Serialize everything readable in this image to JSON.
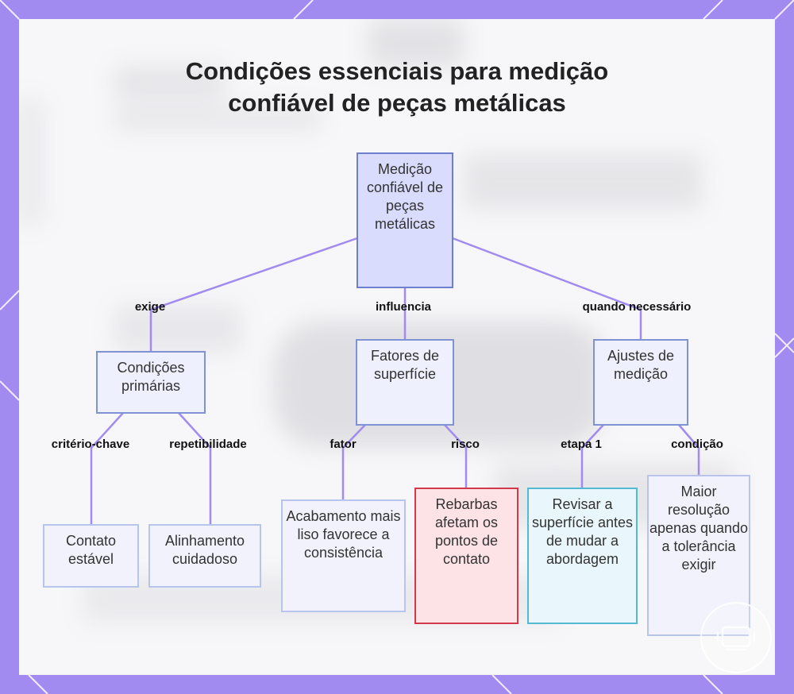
{
  "title": {
    "line1": "Condições essenciais para medição",
    "line2": "confiável de peças metálicas"
  },
  "nodes": {
    "root": "Medição confiável de peças metálicas",
    "primary": "Condições primárias",
    "surface": "Fatores de superfície",
    "adjust": "Ajustes de medição",
    "contact": "Contato estável",
    "align": "Alinhamento cuidadoso",
    "finish": "Acabamento mais liso favorece a consistência",
    "burrs": "Rebarbas afetam os pontos de contato",
    "review": "Revisar a superfície antes de mudar a abordagem",
    "resolution": "Maior resolução apenas quando a tolerância exigir"
  },
  "edge_labels": {
    "exige": "exige",
    "influencia": "influencia",
    "quando": "quando necessário",
    "criterio": "critério-chave",
    "repetibilidade": "repetibilidade",
    "fator": "fator",
    "risco": "risco",
    "etapa": "etapa 1",
    "condicao": "condição"
  },
  "colors": {
    "frame": "#a18af0",
    "edge": "#a18af0",
    "root_fill": "#d9dcfd",
    "risk_border": "#d2394a",
    "step_border": "#56b9d2"
  },
  "icons": {
    "badge": "watermark-badge-icon"
  }
}
